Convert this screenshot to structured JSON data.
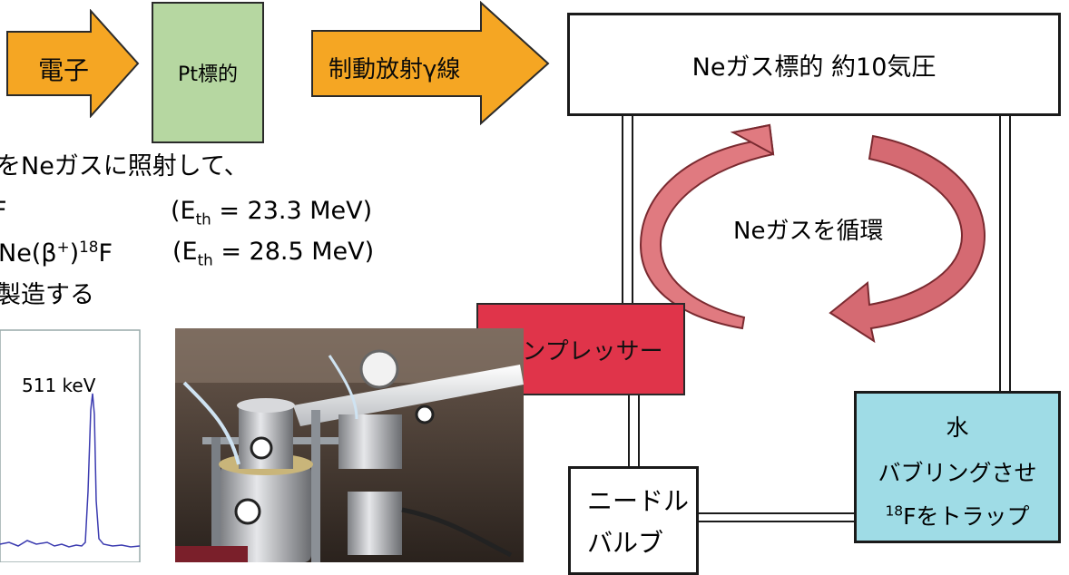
{
  "flow": {
    "electron": "電子",
    "pt_target": "Pt標的",
    "bremsstrahlung": "制動放射γ線"
  },
  "ne_target": "Neガス標的 約10気圧",
  "circulate": "Neガスを循環",
  "compressor": "コンプレッサー",
  "needle_valve": [
    "ニードル",
    "バルブ"
  ],
  "water_trap": {
    "line1": "水",
    "line2": "バブリングさせ",
    "line3_sup": "18",
    "line3_rest": "Fをトラップ"
  },
  "description": {
    "line1": "をNeガスに照射して、",
    "line2_left": "F",
    "line2_eth": "(E",
    "line2_sub": "th",
    "line2_val": " = 23.3 MeV)",
    "line3_left_a": "Ne(β",
    "line3_sup1": "+",
    "line3_left_b": ")",
    "line3_sup2": "18",
    "line3_left_c": "F",
    "line3_eth": "(E",
    "line3_sub": "th",
    "line3_val": " = 28.5 MeV)",
    "line4": "製造する"
  },
  "spectrum": {
    "peak_label": "511 keV"
  },
  "colors": {
    "arrow_orange": "#F5A623",
    "pt_green": "#B6D7A1",
    "compressor_red": "#E0344A",
    "trap_cyan": "#9FDCE6",
    "cycle_arrow": "#E07A80",
    "spectrum_line": "#3b3bb0"
  }
}
